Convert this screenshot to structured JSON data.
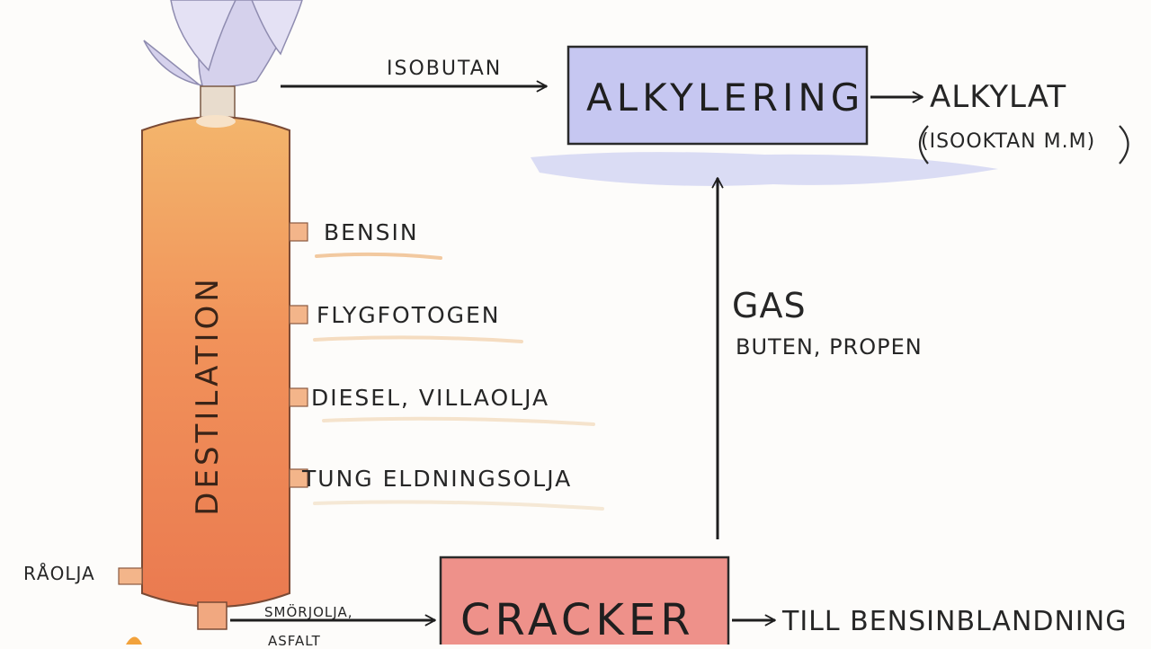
{
  "column": {
    "label": "DESTILATION"
  },
  "inputs": {
    "crude": "RÅOLJA",
    "bottom_line1": "SMÖRJOLJA,",
    "bottom_line2": "ASFALT"
  },
  "fractions": [
    "BENSIN",
    "FLYGFOTOGEN",
    "DIESEL, VILLAOLJA",
    "TUNG ELDNINGSOLJA"
  ],
  "alkylation": {
    "label": "ALKYLERING",
    "input_label": "ISOBUTAN",
    "output_label": "ALKYLAT",
    "output_note": "(ISOOKTAN M.M)"
  },
  "gas": {
    "label": "GAS",
    "detail": "BUTEN, PROPEN"
  },
  "cracker": {
    "label": "CRACKER",
    "output_label": "TILL BENSINBLANDNING"
  },
  "colors": {
    "column_top": "#f2b06a",
    "column_bottom": "#ec7a4f",
    "alkylering_box": "#c7c8f2",
    "cracker_box": "#ef8f8a",
    "flame": "#cfcbe8"
  }
}
